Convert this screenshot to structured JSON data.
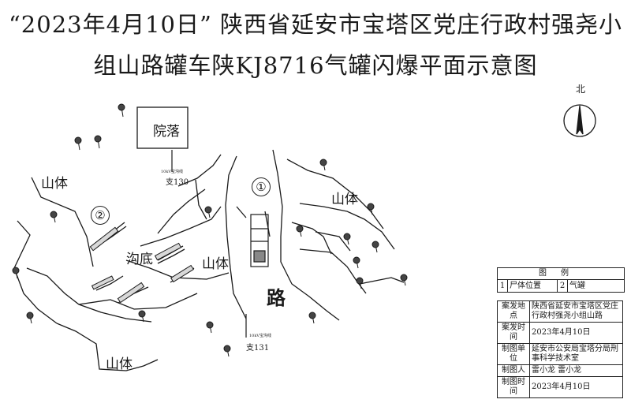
{
  "title": {
    "line1": "“2023年4月10日” 陕西省延安市宝塔区党庄行政村强尧小",
    "line2": "组山路罐车陕KJ8716气罐闪爆平面示意图"
  },
  "north": {
    "label": "北"
  },
  "map": {
    "courtyard": "院落",
    "mountain_labels": [
      "山体",
      "山体",
      "山体",
      "山体"
    ],
    "ditch": "沟底",
    "road": "路",
    "markers": [
      "①",
      "②"
    ],
    "poles": [
      {
        "sign": "10kV宝沟线",
        "label": "支130"
      },
      {
        "sign": "10kV宝沟线",
        "label": "支131"
      }
    ]
  },
  "legend": {
    "header": "图例",
    "items": [
      {
        "num": "1",
        "text": "尸体位置"
      },
      {
        "num": "2",
        "text": "气罐"
      }
    ]
  },
  "info": {
    "rows": [
      {
        "key": "案发地点",
        "value": "陕西省延安市宝塔区党庄行政村强尧小组山路"
      },
      {
        "key": "案发时间",
        "value": "2023年4月10日"
      },
      {
        "key": "制图单位",
        "value": "延安市公安局宝塔分局刑事科学技术室"
      },
      {
        "key": "制图人",
        "value": "雷小龙 雷小龙"
      },
      {
        "key": "制图时间",
        "value": "2023年4月10日"
      }
    ]
  },
  "colors": {
    "ink": "#1a1a1a",
    "paper": "#ffffff"
  }
}
